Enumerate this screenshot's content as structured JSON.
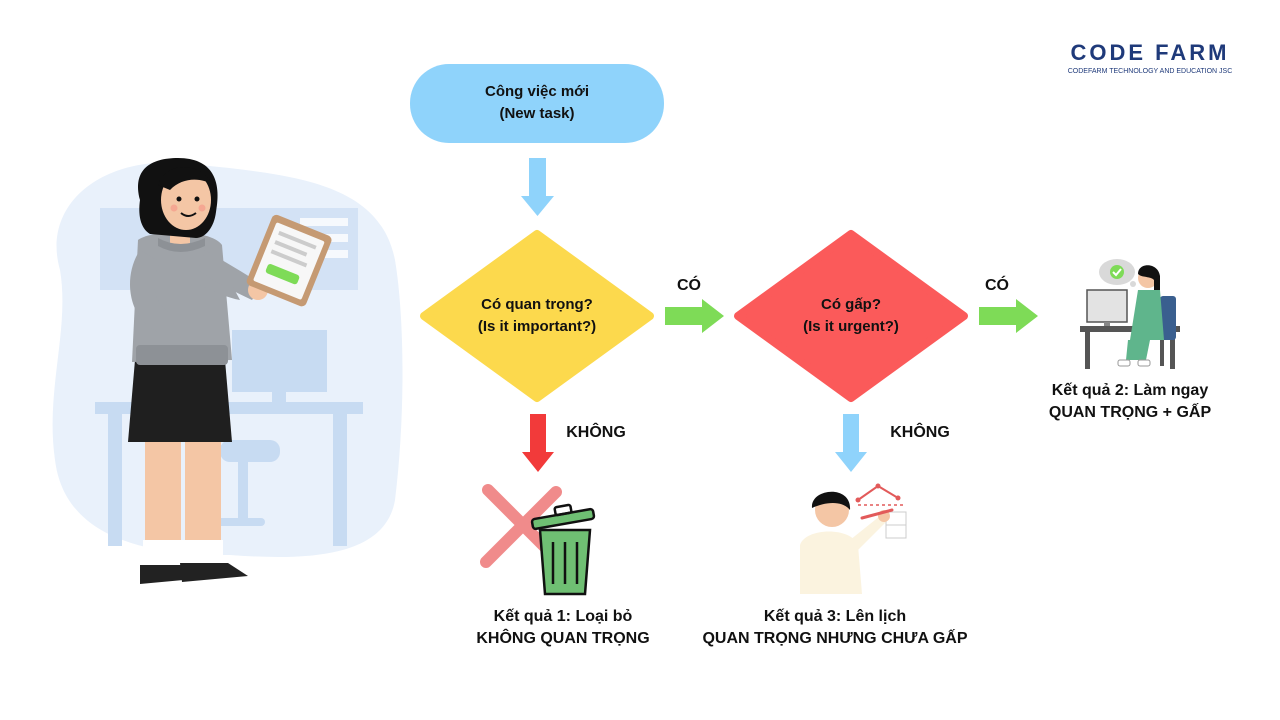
{
  "logo": {
    "title": "CODE FARM",
    "subtitle": "CODEFARM TECHNOLOGY AND EDUCATION JSC"
  },
  "nodes": {
    "start": {
      "line1": "Công việc mới",
      "line2": "(New task)"
    },
    "important": {
      "line1": "Có quan trọng?",
      "line2": "(Is it important?)"
    },
    "urgent": {
      "line1": "Có gấp?",
      "line2": "(Is it urgent?)"
    }
  },
  "edges": {
    "important_yes": "CÓ",
    "urgent_yes": "CÓ",
    "important_no": "KHÔNG",
    "urgent_no": "KHÔNG"
  },
  "results": {
    "result1": {
      "line1": "Kết quả 1: Loại bỏ",
      "line2": "KHÔNG QUAN TRỌNG"
    },
    "result2": {
      "line1": "Kết quả 2: Làm ngay",
      "line2": "QUAN TRỌNG + GẤP"
    },
    "result3": {
      "line1": "Kết quả 3: Lên lịch",
      "line2": "QUAN TRỌNG NHƯNG CHƯA GẤP"
    }
  },
  "colors": {
    "start_node": "#8fd3fb",
    "important_node": "#fcd94d",
    "urgent_node": "#fb5a5a",
    "yes_arrow": "#7edb57",
    "no_arrow_important": "#f23a3a",
    "no_arrow_urgent": "#8fd3fb",
    "down_arrow_start": "#8fd3fb",
    "logo": "#1f3a7a"
  },
  "icons": {
    "main": "woman-with-tablet-illustration",
    "result1": "trash-can-with-cross-icon",
    "result2": "person-working-at-desk-icon",
    "result3": "person-drawing-plan-icon"
  }
}
